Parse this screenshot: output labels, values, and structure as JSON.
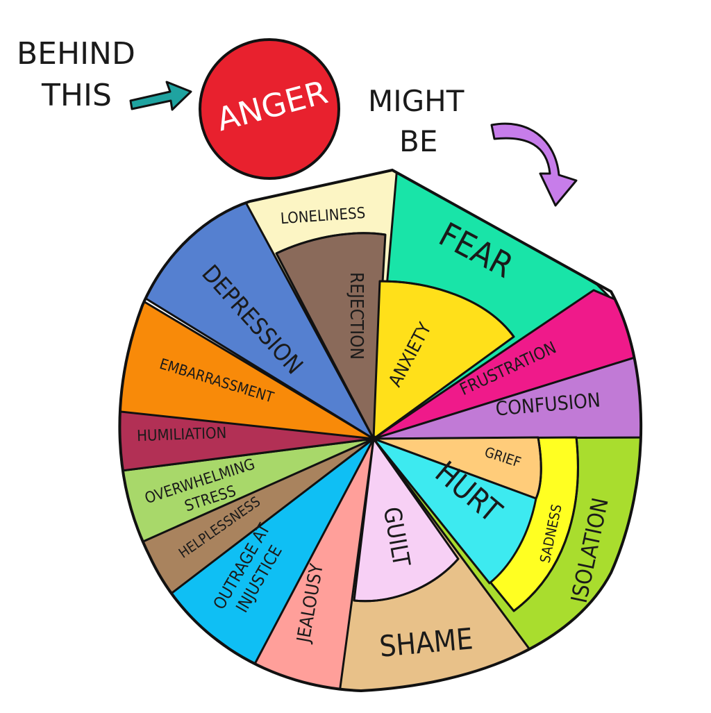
{
  "header": {
    "line1": "BEHIND",
    "line2": "THIS",
    "center_word": "ANGER",
    "line3": "MIGHT",
    "line4": "BE"
  },
  "colors": {
    "anger": "#e8212e",
    "teal_arrow": "#1fa3a0",
    "purple_arrow": "#c77dea",
    "outline": "#111111"
  },
  "wheel": {
    "emotions": [
      {
        "label": "LONELINESS",
        "color": "#fcf5c4"
      },
      {
        "label": "REJECTION",
        "color": "#8a6a5a"
      },
      {
        "label": "FEAR",
        "color": "#19e4a8"
      },
      {
        "label": "ANXIETY",
        "color": "#ffe01a"
      },
      {
        "label": "FRUSTRATION",
        "color": "#ef1a8a"
      },
      {
        "label": "CONFUSION",
        "color": "#c17ad6"
      },
      {
        "label": "GRIEF",
        "color": "#ffcc7a"
      },
      {
        "label": "SADNESS",
        "color": "#ffff22"
      },
      {
        "label": "ISOLATION",
        "color": "#a9dd2e"
      },
      {
        "label": "HURT",
        "color": "#3deaf0"
      },
      {
        "label": "GUILT",
        "color": "#f7d0f5"
      },
      {
        "label": "SHAME",
        "color": "#e8c189"
      },
      {
        "label": "JEALOUSY",
        "color": "#ff9f9a"
      },
      {
        "label": "OUTRAGE AT",
        "color": "#0fbff4"
      },
      {
        "label": "INJUSTICE",
        "color": "#0fbff4"
      },
      {
        "label": "HELPLESSNESS",
        "color": "#a9835e"
      },
      {
        "label": "OVERWHELMING",
        "color": "#a8d86a"
      },
      {
        "label": "STRESS",
        "color": "#a8d86a"
      },
      {
        "label": "HUMILIATION",
        "color": "#b23055"
      },
      {
        "label": "EMBARRASSMENT",
        "color": "#f88a09"
      },
      {
        "label": "DEPRESSION",
        "color": "#5580d0"
      }
    ]
  }
}
